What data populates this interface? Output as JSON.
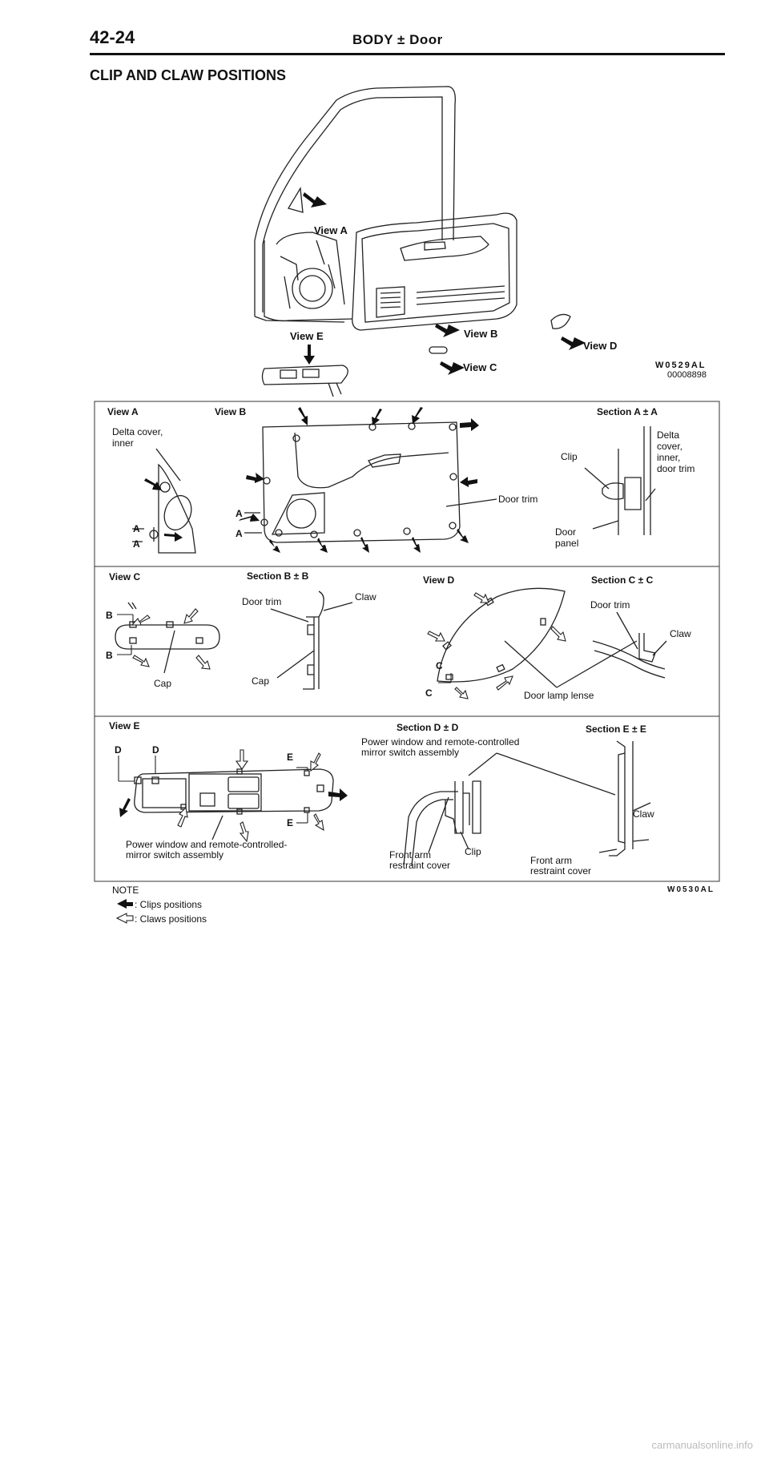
{
  "header": {
    "page_number": "42-24",
    "section": "BODY ± Door"
  },
  "title": "CLIP AND CLAW POSITIONS",
  "figure1": {
    "labels": {
      "view_a": "View A",
      "view_b": "View B",
      "view_c": "View C",
      "view_d": "View D",
      "view_e": "View E"
    },
    "code": "W0529AL",
    "number": "00008898"
  },
  "figure2": {
    "code": "W0530AL",
    "view_a": {
      "heading": "View A",
      "delta_cover": "Delta cover,\ninner",
      "marker": "A"
    },
    "view_b": {
      "heading": "View B",
      "door_trim": "Door trim",
      "marker": "A"
    },
    "section_a": {
      "heading": "Section A ± A",
      "clip": "Clip",
      "delta": "Delta\ncover,\ninner,\ndoor trim",
      "door_panel": "Door\npanel"
    },
    "view_c": {
      "heading": "View C",
      "cap": "Cap",
      "marker": "B"
    },
    "section_b": {
      "heading": "Section B ± B",
      "door_trim": "Door trim",
      "claw": "Claw",
      "cap": "Cap"
    },
    "view_d": {
      "heading": "View D",
      "lense": "Door lamp lense",
      "marker": "C"
    },
    "section_c": {
      "heading": "Section C ± C",
      "door_trim": "Door trim",
      "claw": "Claw"
    },
    "view_e": {
      "heading": "View E",
      "assembly": "Power window and remote-controlled-\nmirror switch assembly",
      "marker_d": "D",
      "marker_e": "E"
    },
    "section_d": {
      "heading": "Section D ± D",
      "assembly": "Power window and remote-controlled\nmirror switch assembly",
      "front_arm": "Front arm\nrestraint cover",
      "clip": "Clip"
    },
    "section_e": {
      "heading": "Section E ± E",
      "claw": "Claw",
      "front_arm": "Front arm\nrestraint cover"
    }
  },
  "note": {
    "heading": "NOTE",
    "clips": ": Clips positions",
    "claws": ": Claws positions"
  },
  "footer": "carmanualsonline.info"
}
